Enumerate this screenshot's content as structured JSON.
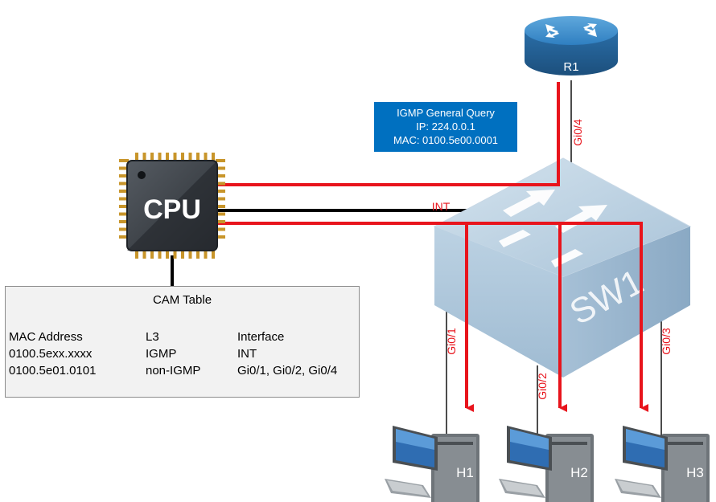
{
  "router": {
    "label": "R1",
    "port": "Gi0/4"
  },
  "query_box": {
    "line1": "IGMP General Query",
    "line2": "IP: 224.0.0.1",
    "line3": "MAC: 0100.5e00.0001"
  },
  "cpu": {
    "label": "CPU"
  },
  "switch": {
    "label": "SW1",
    "internal_port": "INT"
  },
  "ports": {
    "h1": "Gi0/1",
    "h2": "Gi0/2",
    "h3": "Gi0/3"
  },
  "hosts": [
    "H1",
    "H2",
    "H3"
  ],
  "cam_table": {
    "title": "CAM Table",
    "columns": [
      "MAC Address",
      "L3",
      "Interface"
    ],
    "rows": [
      [
        "0100.5exx.xxxx",
        "IGMP",
        "INT"
      ],
      [
        "0100.5e01.0101",
        "non-IGMP",
        "Gi0/1, Gi0/2, Gi0/4"
      ]
    ]
  },
  "colors": {
    "flow": "#e8141c",
    "link": "#000000",
    "box": "#0070c0",
    "router": "#2f7fc1",
    "switch": "#b8cfe0"
  }
}
